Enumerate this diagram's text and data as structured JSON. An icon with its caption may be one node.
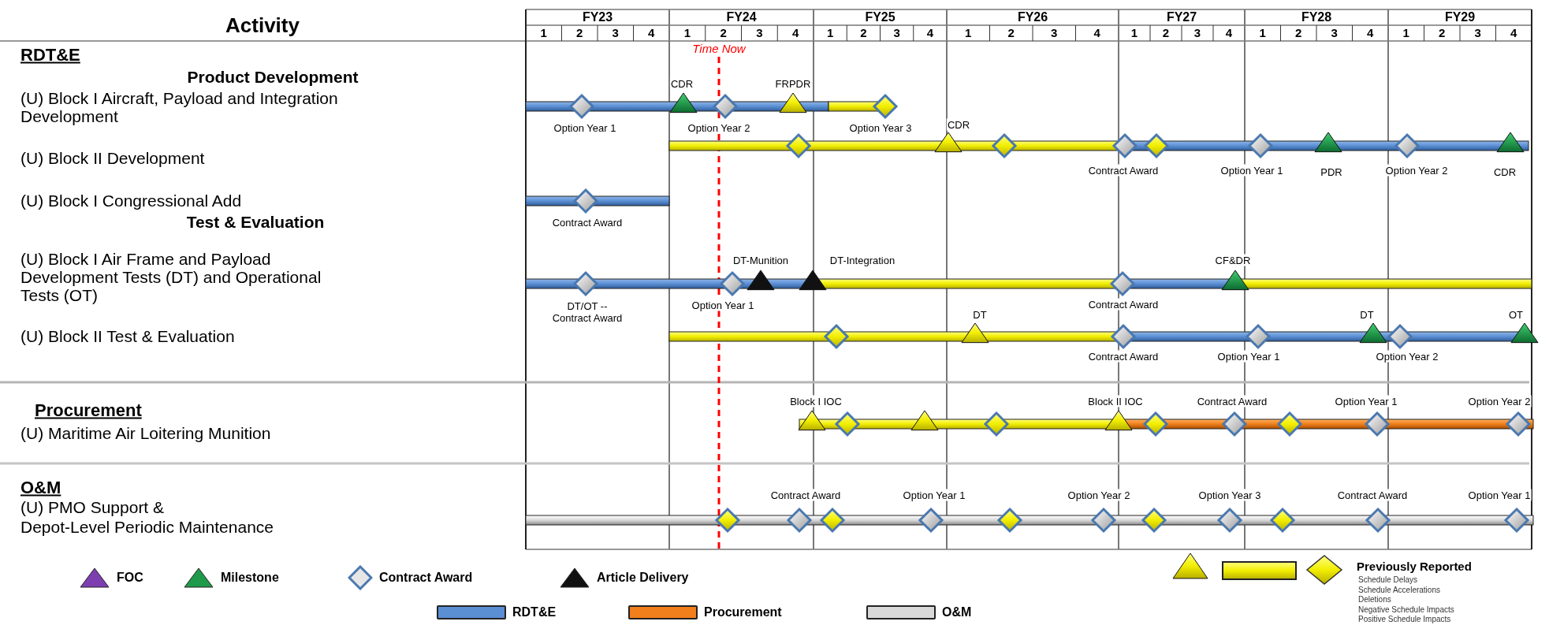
{
  "diagram": {
    "labels": [
      "Activity",
      "FY23",
      "FY24",
      "FY25",
      "FY26",
      "FY27",
      "FY28",
      "FY29",
      "1",
      "2",
      "3",
      "4",
      "1",
      "2",
      "3",
      "4",
      "1",
      "2",
      "3",
      "4",
      "1",
      "2",
      "3",
      "4",
      "1",
      "2",
      "3",
      "4",
      "1",
      "2",
      "3",
      "4",
      "1",
      "2",
      "3",
      "4",
      "Time Now",
      "RDT&E",
      "Product Development",
      "(U) Block I Aircraft, Payload and Integration Development",
      "CDR",
      "FRPDR",
      "Option Year 1",
      "Option Year 2",
      "Option Year 3",
      "CDR",
      "(U) Block II Development",
      "Contract Award",
      "Option Year 1",
      "PDR",
      "Option Year 2",
      "CDR",
      "(U) Block I Congressional Add",
      "Contract Award",
      "Test & Evaluation",
      "DT-Munition",
      "DT-Integration",
      "CF&DR",
      "(U) Block I Air Frame and Payload Development Tests (DT) and Operational Tests (OT)",
      "DT/OT -- Contract Award",
      "Option Year 1",
      "Contract Award",
      "DT",
      "DT",
      "OT",
      "(U) Block II Test & Evaluation",
      "Contract Award",
      "Option Year 1",
      "Option Year 2",
      "Procurement",
      "Block I IOC",
      "Block II IOC",
      "Contract Award",
      "Option Year 1",
      "Option Year 2",
      "(U) Maritime Air Loitering Munition",
      "O&M",
      "(U) PMO Support &",
      "Depot-Level Periodic Maintenance",
      "Contract Award",
      "Option Year 1",
      "Option Year 2",
      "Option Year 3",
      "Contract Award",
      "Option Year 1",
      "Previously Reported",
      "Schedule Delays",
      "Schedule Accelerations",
      "Deletions",
      "Negative Schedule Impacts",
      "Positive Schedule Impacts"
    ],
    "legend": [
      {
        "text": "FOC"
      },
      {
        "text": "Milestone"
      },
      {
        "text": "Contract Award"
      },
      {
        "text": "Article Delivery"
      },
      {
        "text": "RDT&E",
        "color": "#5b8fd4"
      },
      {
        "text": "Procurement",
        "color": "#f07f1c"
      },
      {
        "text": "O&M",
        "color": "#d9d9d9"
      }
    ]
  }
}
